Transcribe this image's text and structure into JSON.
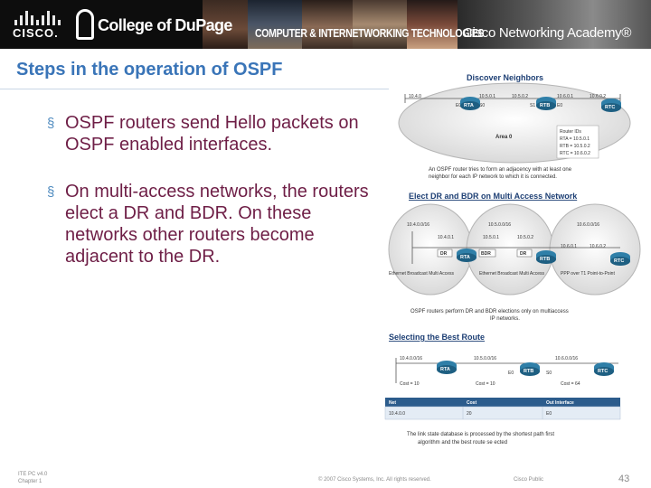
{
  "header": {
    "cisco_wordmark": "CISCO.",
    "college_name": "College of DuPage",
    "program_name": "COMPUTER & INTERNETWORKING TECHNOLOGIES",
    "academy_name": "Cisco Networking Academy®"
  },
  "slide": {
    "title": "Steps in the operation of OSPF",
    "bullets": [
      "OSPF routers send Hello packets on OSPF enabled interfaces.",
      "On multi-access networks, the routers elect a DR and BDR. On these networks other routers become adjacent to the DR."
    ]
  },
  "diagram_neighbors": {
    "title": "Discover Neighbors",
    "net_labels": [
      "10.4.0",
      "10.5.0.1",
      "10.5.0.2",
      "10.6.0.1",
      "10.6.0.2"
    ],
    "if_labels": [
      "E0",
      "S0",
      "S1",
      "E0"
    ],
    "routers": [
      "RTA",
      "RTB",
      "RTC"
    ],
    "area": "Area 0",
    "neighbor_table": [
      "Router IDs",
      "RTA = 10.5.0.1",
      "RTB = 10.5.0.2",
      "RTC = 10.6.0.2"
    ],
    "caption_lines": [
      "An OSPF router tries to form an adjacency with at least one",
      "neighbor for each IP network to which it is connected."
    ]
  },
  "diagram_dr": {
    "title": "Elect DR and BDR on Multi Access Network",
    "subnets": [
      "10.4.0.0/16",
      "10.5.0.0/16",
      "10.6.0.0/16"
    ],
    "addresses": [
      "10.4.0.1",
      "10.5.0.1",
      "10.5.0.2",
      "10.6.0.1",
      "10.6.0.2"
    ],
    "role_tags": [
      "DR",
      "BDR",
      "DR"
    ],
    "routers": [
      "RTA",
      "RTB",
      "RTC"
    ],
    "network_types": [
      "Ethernet Broadcast Multi Access",
      "Ethernet Broadcast Multi Access",
      "PPP over T1 Point-to-Point"
    ],
    "caption_lines": [
      "OSPF routers perform DR and BDR elections only on multiaccess",
      "IP networks."
    ]
  },
  "diagram_best": {
    "title": "Selecting the Best Route",
    "subnets": [
      "10.4.0.0/16",
      "10.5.0.0/16",
      "10.6.0.0/16"
    ],
    "routers": [
      "RTA",
      "RTB",
      "RTC"
    ],
    "costs": [
      "Cost = 10",
      "Cost = 10",
      "Cost = 64"
    ],
    "if_labels": [
      "E0",
      "S0"
    ],
    "table_headers": [
      "Net",
      "Cost",
      "Out Interface"
    ],
    "table_rows": [
      [
        "10.4.0.0",
        "20",
        "E0"
      ]
    ],
    "caption_lines": [
      "The link state database is processed by the shortest path first",
      "algorithm and the best route se ected"
    ]
  },
  "footer": {
    "course_line1": "ITE PC v4.0",
    "course_line2": "Chapter 1",
    "copyright": "© 2007 Cisco Systems, Inc. All rights reserved.",
    "classification": "Cisco Public",
    "page_number": "43"
  },
  "colors": {
    "title": "#3a75b8",
    "bullet_text": "#6e1e46",
    "diagram_title": "#1d3f74",
    "router": "#2f7fa8",
    "table_header": "#2c5c8c"
  }
}
